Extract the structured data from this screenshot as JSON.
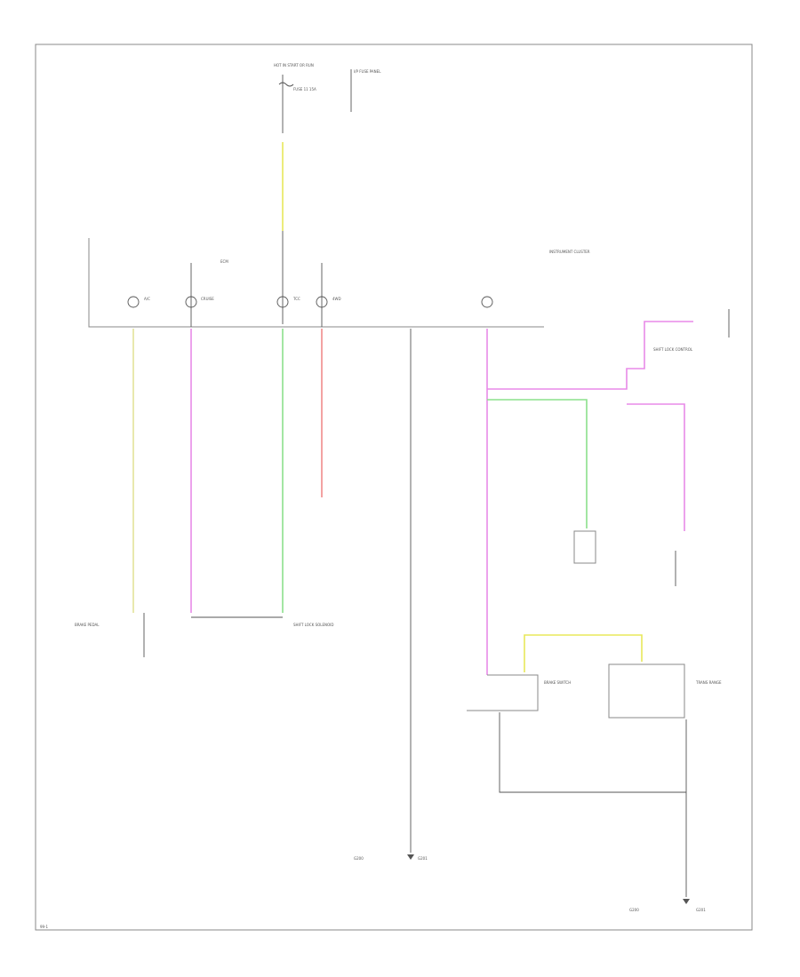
{
  "labels": {
    "top_source": "HOT IN START OR RUN",
    "top_note": "I/P FUSE PANEL",
    "fuse": "FUSE 11 15A",
    "cluster": "INSTRUMENT CLUSTER",
    "ecm_ref": "ECM",
    "bulb_a": "A/C",
    "bulb_b": "CRUISE",
    "bulb_c": "TCC",
    "bulb_d": "4WD",
    "right_ctrl": "SHIFT LOCK CONTROL",
    "lower_left": "BRAKE PEDAL",
    "lower_mid": "SHIFT LOCK SOLENOID",
    "bottom_left_1": "G200",
    "bottom_left_2": "G201",
    "bottom_right_1": "G200",
    "bottom_right_2": "G201",
    "switch_a": "BRAKE SWITCH",
    "switch_b": "TRANS RANGE",
    "corner": "99-1"
  }
}
